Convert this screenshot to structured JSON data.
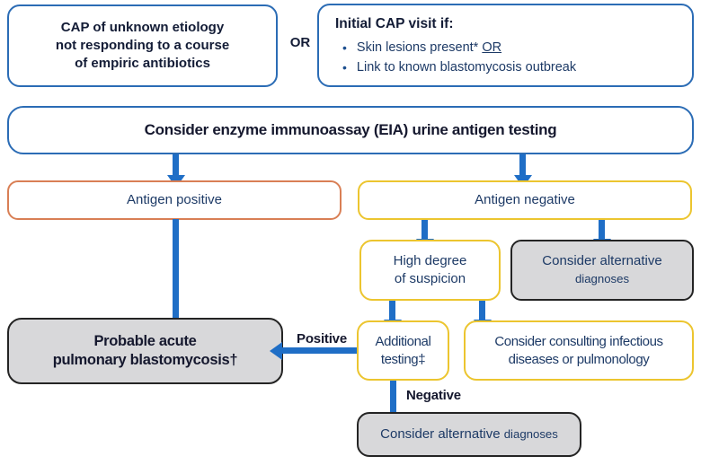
{
  "palette": {
    "arrow_blue": "#1f6ec6",
    "border_blue": "#2b6cb5",
    "border_orange": "#d97f55",
    "border_yellow": "#ecc52f",
    "gray_fill": "#d8d8da",
    "border_dark": "#242424",
    "heading_text": "#131c36",
    "body_text": "#1d3a66"
  },
  "icons": {
    "bullet": "•"
  },
  "top_row": {
    "cap_box": "CAP of unknown etiology\nnot responding to a course\nof empiric antibiotics",
    "or_label": "OR",
    "initial_visit_box": {
      "title": "Initial CAP visit if:",
      "bullets": [
        {
          "text": "Skin lesions present*",
          "or": "OR"
        },
        {
          "text": "Link to known blastomycosis outbreak",
          "or": ""
        }
      ]
    }
  },
  "flowchart": {
    "eia_box": "Consider enzyme immunoassay (EIA) urine antigen testing",
    "antigen_positive_box": "Antigen positive",
    "antigen_negative_box": "Antigen negative",
    "high_degree_box": "High degree\nof suspicion",
    "consider_alternative_top_box": {
      "line1": "Consider alternative",
      "line2": "diagnoses"
    },
    "probable_box": "Probable acute\npulmonary blastomycosis†",
    "positive_arrow_label": "Positive",
    "additional_testing_box": "Additional\ntesting‡",
    "consider_consulting_box": "Consider consulting infectious\ndiseases or pulmonology",
    "negative_arrow_label": "Negative",
    "consider_alternative_bottom_box": {
      "text1": "Consider alternative",
      "text2": "diagnoses"
    }
  }
}
